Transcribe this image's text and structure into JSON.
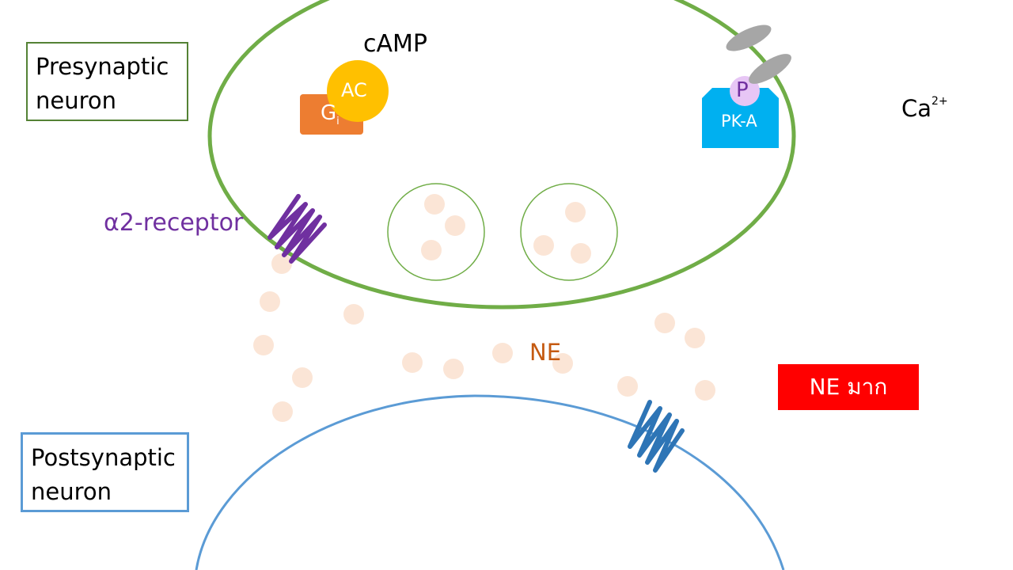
{
  "labels": {
    "presynaptic": "Presynaptic neuron",
    "postsynaptic": "Postsynaptic neuron",
    "camp": "cAMP",
    "ac": "AC",
    "gi": "G",
    "gi_sub": "i",
    "p": "P",
    "pka": "PK-A",
    "ca": "Ca",
    "ca_sup": "2+",
    "alpha_receptor": "α2-receptor",
    "ne": "NE",
    "ne_many": "NE มาก"
  },
  "colors": {
    "presynaptic_membrane": "#70ad47",
    "postsynaptic_membrane": "#5b9bd5",
    "ac": "#ffc000",
    "gi": "#ed7d31",
    "pka": "#00b0f0",
    "phosphate": "#e7c6f5",
    "alpha_receptor": "#7030a0",
    "post_receptor": "#2e75b6",
    "ne_dot": "#fbe5d6",
    "channel": "#a6a6a6",
    "ne_many_bg": "#ff0000"
  }
}
